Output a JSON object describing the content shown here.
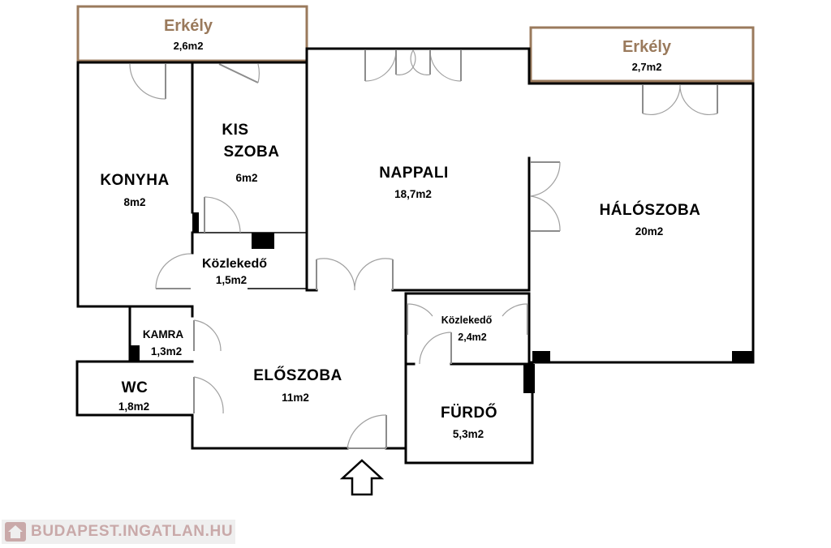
{
  "rooms": {
    "erkely_left": {
      "name": "Erkély",
      "area": "2,6m2"
    },
    "erkely_right": {
      "name": "Erkély",
      "area": "2,7m2"
    },
    "konyha": {
      "name": "KONYHA",
      "area": "8m2"
    },
    "kis_szoba": {
      "name_line1": "KIS",
      "name_line2": "SZOBA",
      "area": "6m2"
    },
    "nappali": {
      "name": "NAPPALI",
      "area": "18,7m2"
    },
    "haloszoba": {
      "name": "HÁLÓSZOBA",
      "area": "20m2"
    },
    "kozlekedo_1": {
      "name": "Közlekedő",
      "area": "1,5m2"
    },
    "kamra": {
      "name": "KAMRA",
      "area": "1,3m2"
    },
    "wc": {
      "name": "WC",
      "area": "1,8m2"
    },
    "eloszoba": {
      "name": "ELŐSZOBA",
      "area": "11m2"
    },
    "kozlekedo_2": {
      "name": "Közlekedő",
      "area": "2,4m2"
    },
    "furdo": {
      "name": "FÜRDŐ",
      "area": "5,3m2"
    }
  },
  "watermark": {
    "text": "BUDAPEST.INGATLAN.HU",
    "color": "#c9a9a9"
  },
  "colors": {
    "wall": "#000000",
    "balcony": "#9a7a5c",
    "door": "#8c8c8c"
  },
  "icons": {
    "entrance": "arrow-up-icon",
    "watermark": "house-icon"
  }
}
